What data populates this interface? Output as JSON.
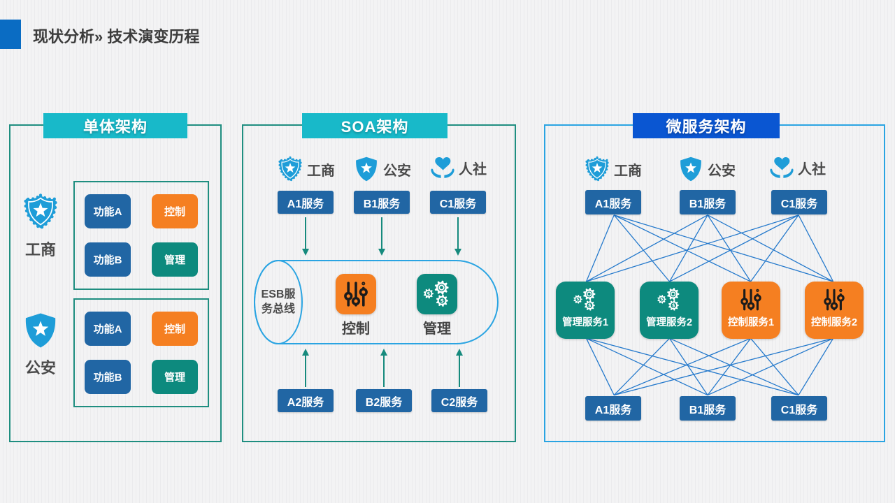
{
  "page": {
    "title": "现状分析» 技术演变历程"
  },
  "colors": {
    "accent_square": "#0a6cc3",
    "header_cyan": "#18b9c9",
    "header_blue": "#0a56d2",
    "panel_teal_border": "#1f8e80",
    "panel_blue_border": "#2aa4e2",
    "service_box_blue": "#2166a4",
    "orange": "#f57f21",
    "teal": "#0d8a7e",
    "icon_blue": "#1e9dd8",
    "connection_line": "#2479cc",
    "arrow_teal": "#168a7d"
  },
  "panels": {
    "monolith": {
      "title": "单体架构",
      "groups": [
        {
          "icon": "badge-star-icon",
          "label": "工商",
          "cells": [
            {
              "label": "功能A",
              "type": "blue"
            },
            {
              "label": "控制",
              "type": "orange"
            },
            {
              "label": "功能B",
              "type": "blue"
            },
            {
              "label": "管理",
              "type": "teal"
            }
          ]
        },
        {
          "icon": "shield-star-icon",
          "label": "公安",
          "cells": [
            {
              "label": "功能A",
              "type": "blue"
            },
            {
              "label": "控制",
              "type": "orange"
            },
            {
              "label": "功能B",
              "type": "blue"
            },
            {
              "label": "管理",
              "type": "teal"
            }
          ]
        }
      ]
    },
    "soa": {
      "title": "SOA架构",
      "consumers": [
        {
          "icon": "badge-star-icon",
          "label": "工商",
          "service": "A1服务"
        },
        {
          "icon": "shield-star-icon",
          "label": "公安",
          "service": "B1服务"
        },
        {
          "icon": "hands-heart-icon",
          "label": "人社",
          "service": "C1服务"
        }
      ],
      "esb": {
        "label": "ESB服务总线",
        "line1": "ESB服",
        "line2": "务总线"
      },
      "components": [
        {
          "icon": "sliders-icon",
          "label": "控制",
          "type": "orange"
        },
        {
          "icon": "gears-icon",
          "label": "管理",
          "type": "teal"
        }
      ],
      "providers": [
        "A2服务",
        "B2服务",
        "C2服务"
      ]
    },
    "micro": {
      "title": "微服务架构",
      "consumers": [
        {
          "icon": "badge-star-icon",
          "label": "工商",
          "service": "A1服务"
        },
        {
          "icon": "shield-star-icon",
          "label": "公安",
          "service": "B1服务"
        },
        {
          "icon": "hands-heart-icon",
          "label": "人社",
          "service": "C1服务"
        }
      ],
      "services": [
        {
          "icon": "gears-icon",
          "label": "管理服务1",
          "type": "teal"
        },
        {
          "icon": "gears-icon",
          "label": "管理服务2",
          "type": "teal"
        },
        {
          "icon": "sliders-icon",
          "label": "控制服务1",
          "type": "orange"
        },
        {
          "icon": "sliders-icon",
          "label": "控制服务2",
          "type": "orange"
        }
      ],
      "providers": [
        "A1服务",
        "B1服务",
        "C1服务"
      ]
    }
  }
}
